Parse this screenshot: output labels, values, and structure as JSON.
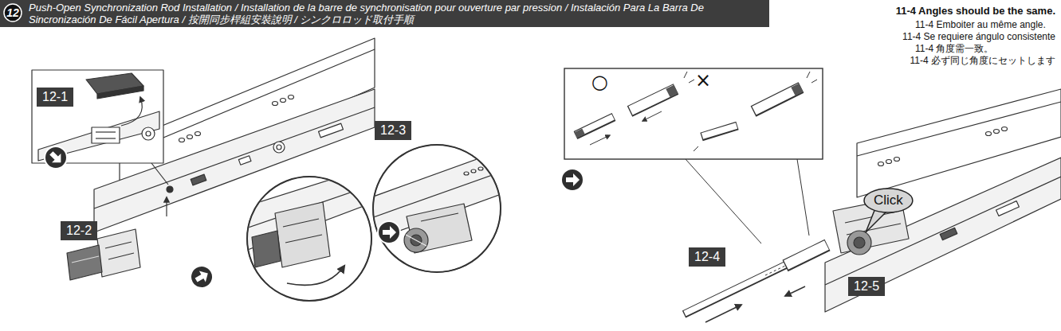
{
  "diagram": {
    "title": "Push-Open Synchronization Rod Installation / Installation de la barre de synchronisation pour ouverture par pression / Instalación Para La Barra De Sincronización De Fácil Apertura / 按開同步桿組安裝說明 / シンクロロッド取付手順",
    "nodes": [
      {
        "text": [
          "12"
        ]
      },
      {
        "text": [
          "12-1"
        ]
      },
      {
        "text": [
          "12-2"
        ]
      },
      {
        "text": [
          "12-3"
        ]
      },
      {
        "text": [
          "12-4"
        ]
      },
      {
        "text": [
          "Click"
        ]
      },
      {
        "text": [
          "12-5"
        ]
      }
    ],
    "labels": [
      "○",
      "×",
      "11-4 Angles should be the same.",
      "11-4 Emboiter au même angle.",
      "11-4 Se requiere ángulo consistente",
      "11-4 角度需一致。",
      "11-4 必ず同じ角度にセットします"
    ]
  }
}
